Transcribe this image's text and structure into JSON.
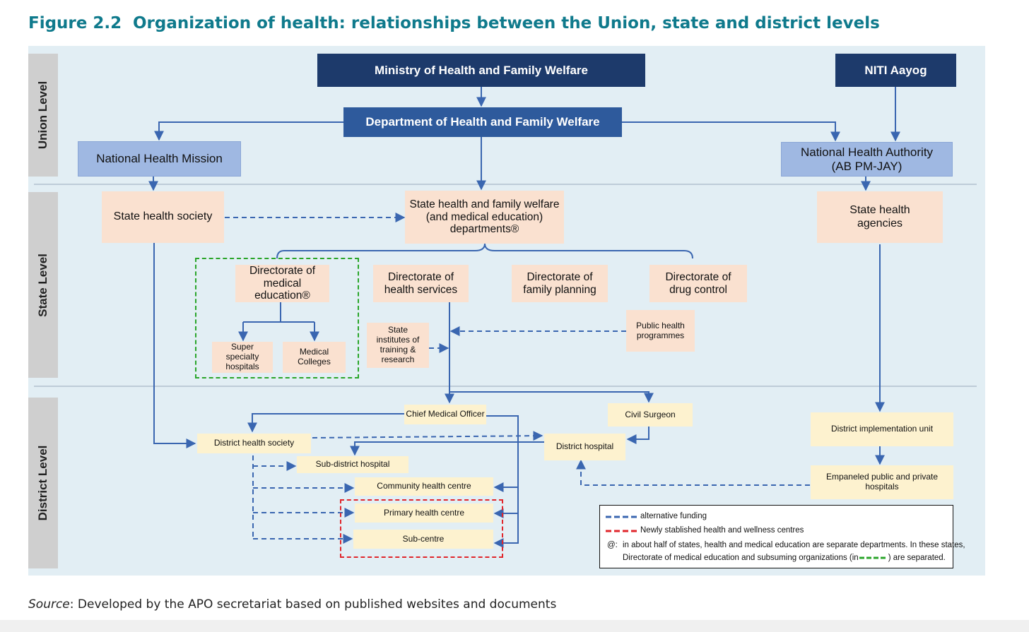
{
  "figure": {
    "number": "Figure 2.2",
    "title": "Organization of health: relationships between the Union, state and district levels"
  },
  "levels": {
    "union": "Union Level",
    "state": "State Level",
    "district": "District Level"
  },
  "nodes": {
    "mohfw": "Ministry of Health and Family Welfare",
    "niti": "NITI Aayog",
    "dohfw": "Department of Health and Family Welfare",
    "nhm": "National Health Mission",
    "nha": "National Health Authority\n(AB PM-JAY)",
    "state_health_society": "State health society",
    "state_hfw_dept": "State health and family welfare\n(and medical education)\ndepartments®",
    "state_health_agencies": "State health\nagencies",
    "dir_med_edu": "Directorate of\nmedical education®",
    "dir_health_services": "Directorate of\nhealth services",
    "dir_family_planning": "Directorate of\nfamily planning",
    "dir_drug_control": "Directorate of\ndrug control",
    "super_specialty": "Super\nspecialty\nhospitals",
    "medical_colleges": "Medical\nColleges",
    "state_institutes": "State\ninstitutes of\ntraining &\nresearch",
    "public_health_programmes": "Public health\nprogrammes",
    "cmo": "Chief Medical Officer",
    "civil_surgeon": "Civil Surgeon",
    "district_health_society": "District health society",
    "district_hospital": "District hospital",
    "district_impl_unit": "District  implementation unit",
    "sub_district_hospital": "Sub-district hospital",
    "community_health_centre": "Community health centre",
    "primary_health_centre": "Primary health centre",
    "sub_centre": "Sub-centre",
    "empaneled_hospitals": "Empaneled public and private hospitals"
  },
  "legend": {
    "alt_funding": "alternative funding",
    "new_centres": "Newly stablished health and wellness centres",
    "at_symbol": "@:",
    "note_line1": "in about half of states, health and medical education are separate departments. In these states,",
    "note_line2_a": "Directorate of medical education and subsuming organizations (in",
    "note_line2_b": ") are separated."
  },
  "source": {
    "label": "Source",
    "text": ": Developed by the APO secretariat based on published websites and documents"
  },
  "colors": {
    "title_teal": "#0f7a8c",
    "navy": "#1d3a6b",
    "blue": "#2e5a9c",
    "light_blue": "#9fb8e2",
    "peach": "#fae1d0",
    "yellow": "#fdf2cf",
    "connector": "#3a66b0",
    "green_dash": "#2aa52a",
    "red_dash": "#e0262b"
  }
}
